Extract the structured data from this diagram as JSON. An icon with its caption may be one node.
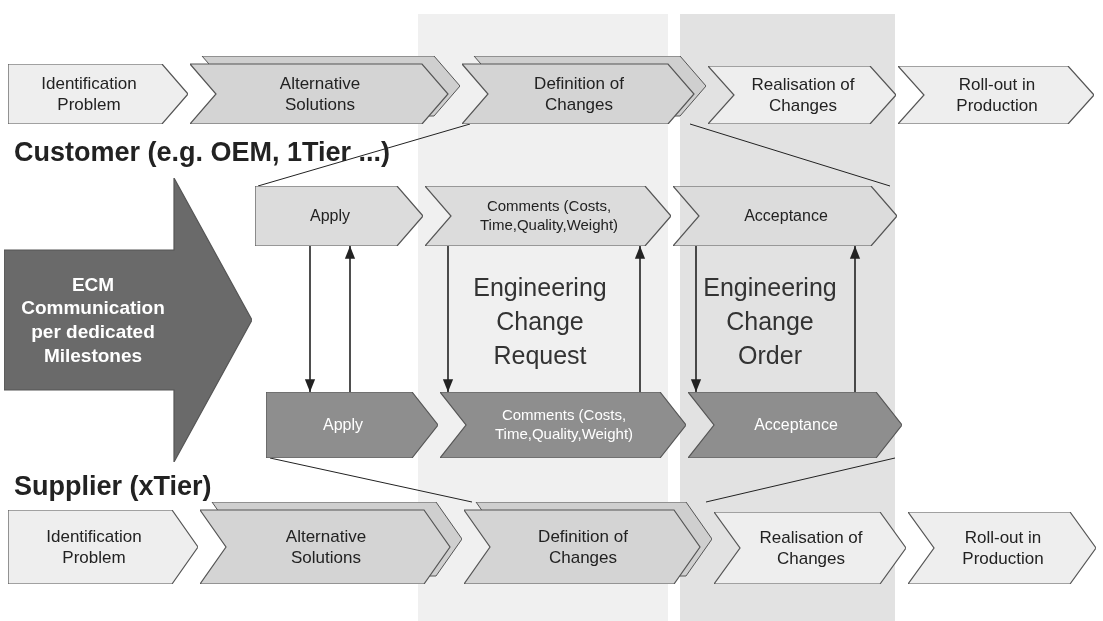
{
  "diagram": {
    "nodes": [
      {
        "text": [
          "Identification Problem"
        ]
      },
      {
        "text": [
          "Alternative Solutions"
        ]
      },
      {
        "text": [
          "Definition of Changes"
        ]
      },
      {
        "text": [
          "Realisation of Changes"
        ]
      },
      {
        "text": [
          "Roll-out in Production"
        ]
      },
      {
        "text": [
          "Apply"
        ]
      },
      {
        "text": [
          "Comments (Costs, Time,Quality,Weight)"
        ]
      },
      {
        "text": [
          "Acceptance"
        ]
      },
      {
        "text": [
          "ECM Communication per dedicated Milestones"
        ]
      },
      {
        "text": [
          "Apply"
        ]
      },
      {
        "text": [
          "Comments (Costs, Time,Quality,Weight)"
        ]
      },
      {
        "text": [
          "Acceptance"
        ]
      },
      {
        "text": [
          "Identification Problem"
        ]
      },
      {
        "text": [
          "Alternative Solutions"
        ]
      },
      {
        "text": [
          "Definition of Changes"
        ]
      },
      {
        "text": [
          "Realisation of Changes"
        ]
      },
      {
        "text": [
          "Roll-out in Production"
        ]
      }
    ],
    "edges": [
      {
        "from": 5,
        "to": 9,
        "arrow": "to"
      },
      {
        "from": 9,
        "to": 5,
        "arrow": "to"
      },
      {
        "from": 6,
        "to": 10,
        "arrow": "to"
      },
      {
        "from": 10,
        "to": 6,
        "arrow": "to"
      },
      {
        "from": 7,
        "to": 11,
        "arrow": "to"
      },
      {
        "from": 11,
        "to": 7,
        "arrow": "to"
      },
      {
        "from": 2,
        "to": 5,
        "arrow": "none"
      },
      {
        "from": 2,
        "to": 7,
        "arrow": "none"
      },
      {
        "from": 9,
        "to": 14,
        "arrow": "none"
      },
      {
        "from": 11,
        "to": 14,
        "arrow": "none"
      }
    ],
    "labels": [
      "Customer (e.g. OEM, 1Tier ...)",
      "Engineering Change Request",
      "Engineering Change Order",
      "Supplier (xTier)"
    ]
  }
}
